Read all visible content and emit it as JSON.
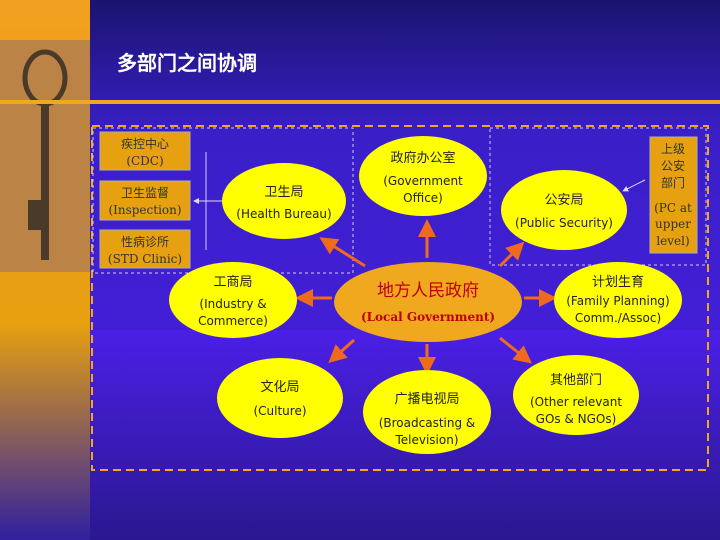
{
  "slide": {
    "title": "多部门之间协调",
    "colors": {
      "background": "#4b1fe6",
      "accent": "#f0a81e",
      "ellipse": "#ffff00",
      "center": "#f0a81e",
      "arrow": "#f06a1e"
    }
  },
  "side_boxes": [
    {
      "zh": "疾控中心",
      "en": "(CDC)"
    },
    {
      "zh": "卫生监督",
      "en": "(Inspection)"
    },
    {
      "zh": "性病诊所",
      "en": "(STD Clinic)"
    }
  ],
  "upper_box": {
    "lines": [
      "上级",
      "公安",
      "部门",
      "(PC at",
      "upper",
      "level)"
    ]
  },
  "center": {
    "zh": "地方人民政府",
    "en": "(Local Government)"
  },
  "nodes": [
    {
      "zh": "卫生局",
      "en": [
        "(Health Bureau)"
      ]
    },
    {
      "zh": "政府办公室",
      "en": [
        "(Government",
        "Office)"
      ]
    },
    {
      "zh": "公安局",
      "en": [
        "(Public Security)"
      ]
    },
    {
      "zh": "工商局",
      "en": [
        "(Industry &",
        "Commerce)"
      ]
    },
    {
      "zh": "计划生育",
      "en": [
        "(Family Planning)",
        "Comm./Assoc)"
      ]
    },
    {
      "zh": "文化局",
      "en": [
        "(Culture)"
      ]
    },
    {
      "zh": "广播电视局",
      "en": [
        "(Broadcasting &",
        "Television)"
      ]
    },
    {
      "zh": "其他部门",
      "en": [
        "(Other relevant",
        "GOs & NGOs)"
      ]
    }
  ]
}
